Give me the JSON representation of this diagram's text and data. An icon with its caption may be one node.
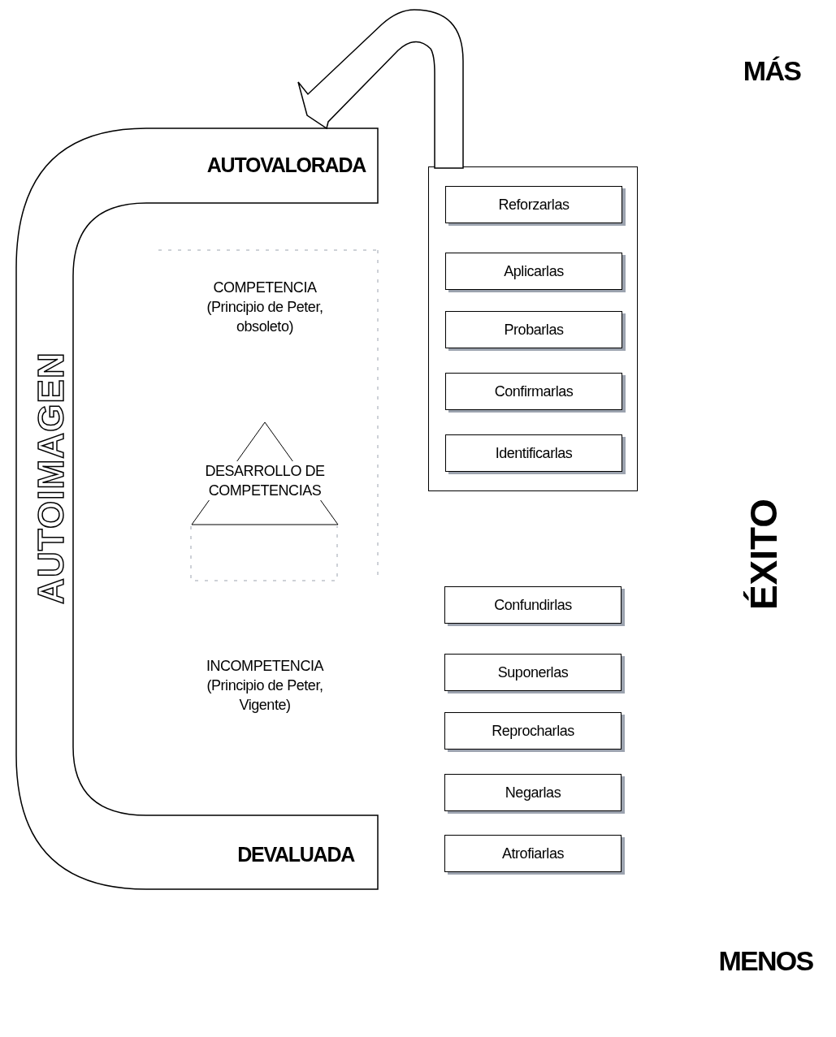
{
  "diagram": {
    "nodes": [
      {
        "text": [
          "AUTOIMAGEN",
          "AUTOVALORADA",
          "DEVALUADA"
        ]
      },
      {
        "text": [],
        "shape": "box"
      },
      {
        "text": [
          "Reforzarlas"
        ],
        "in": 1
      },
      {
        "text": [
          "Aplicarlas"
        ],
        "in": 1
      },
      {
        "text": [
          "Probarlas"
        ],
        "in": 1
      },
      {
        "text": [
          "Confirmarlas"
        ],
        "in": 1
      },
      {
        "text": [
          "Identificarlas"
        ],
        "in": 1
      },
      {
        "text": [
          "DESARROLLO DE COMPETENCIAS"
        ]
      },
      {
        "text": [
          "Confundirlas"
        ]
      },
      {
        "text": [
          "Suponerlas"
        ]
      },
      {
        "text": [
          "Reprocharlas"
        ]
      },
      {
        "text": [
          "Negarlas"
        ]
      },
      {
        "text": [
          "Atrofiarlas"
        ]
      }
    ],
    "edges": [
      {
        "from": 1,
        "to": 0,
        "arrow": "to",
        "style": "thick"
      }
    ],
    "labels": [
      "MÁS",
      "COMPETENCIA (Principio de Peter, obsoleto)",
      "ÉXITO",
      "INCOMPETENCIA (Principio de Peter, Vigente)",
      "MENOS"
    ]
  }
}
